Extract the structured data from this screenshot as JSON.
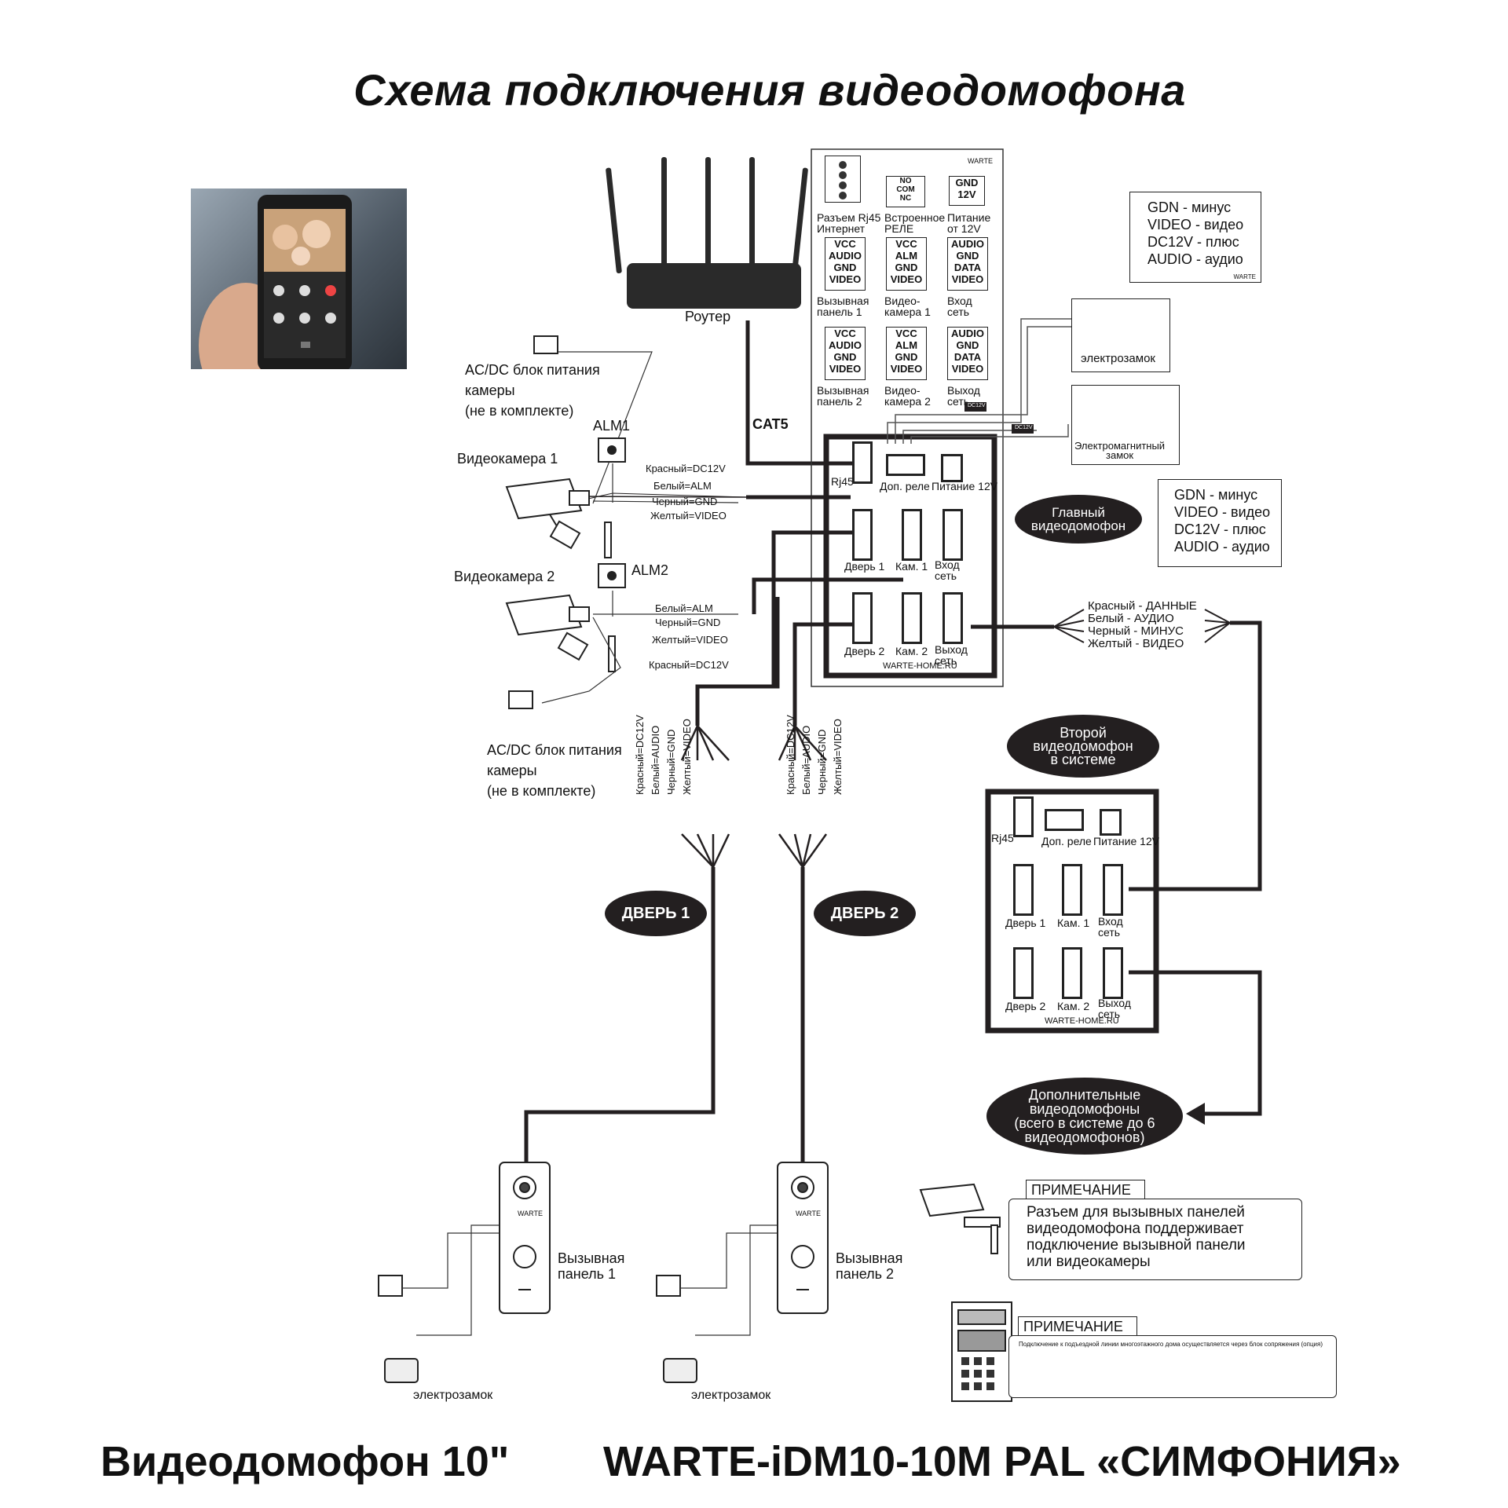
{
  "title": "Схема подключения видеодомофона",
  "footer": {
    "left": "Видеодомофон 10\"",
    "right": "WARTE-iDM10-10M PAL «СИМФОНИЯ»"
  },
  "router": {
    "label": "Роутер",
    "cable": "CAT5"
  },
  "back_panel": {
    "brand": "WARTE",
    "rj45": {
      "label": "Разъем Rj45\nИнтернет"
    },
    "relay": {
      "pins": "NO\nCOM\nNC",
      "label": "Встроенное\nРЕЛЕ"
    },
    "power": {
      "pins": "GND\n12V",
      "label": "Питание\nот 12V"
    },
    "row1": [
      {
        "pins": "VCC\nAUDIO\nGND\nVIDEO",
        "label": "Вызывная\nпанель 1"
      },
      {
        "pins": "VCC\nALM\nGND\nVIDEO",
        "label": "Видео-\nкамера 1"
      },
      {
        "pins": "AUDIO\nGND\nDATA\nVIDEO",
        "label": "Вход\nсеть"
      }
    ],
    "row2": [
      {
        "pins": "VCC\nAUDIO\nGND\nVIDEO",
        "label": "Вызывная\nпанель 2"
      },
      {
        "pins": "VCC\nALM\nGND\nVIDEO",
        "label": "Видео-\nкамера 2"
      },
      {
        "pins": "AUDIO\nGND\nDATA\nVIDEO",
        "label": "Выход\nсеть"
      }
    ]
  },
  "legend_top": {
    "lines": [
      "GDN - минус",
      "VIDEO - видео",
      "DC12V - плюс",
      "AUDIO - аудио"
    ],
    "brand": "WARTE"
  },
  "legend_mid": {
    "lines": [
      "GDN - минус",
      "VIDEO - видео",
      "DC12V - плюс",
      "AUDIO - аудио"
    ]
  },
  "lock_top": "электрозамок",
  "maglock": "Электромагнитный\nзамок",
  "dc12v_tag": "DC12V",
  "main_unit": {
    "ports": [
      "Rj45",
      "Доп. реле",
      "Питание 12V",
      "Дверь 1",
      "Кам. 1",
      "Вход\nсеть",
      "Дверь 2",
      "Кам. 2",
      "Выход\nсеть"
    ],
    "site": "WARTE-HOME.RU",
    "badge": "Главный\nвидеодомофон"
  },
  "second_unit": {
    "ports": [
      "Rj45",
      "Доп. реле",
      "Питание 12V",
      "Дверь 1",
      "Кам. 1",
      "Вход\nсеть",
      "Дверь 2",
      "Кам. 2",
      "Выход\nсеть"
    ],
    "site": "WARTE-HOME.RU",
    "badge": "Второй\nвидеодомофон\nв системе"
  },
  "extra_badge": "Дополнительные\nвидеодомофоны\n(всего в системе до 6\nвидеодомофонов)",
  "net_wires": [
    "Красный - ДАННЫЕ",
    "Белый - АУДИО",
    "Черный - МИНУС",
    "Желтый - ВИДЕО"
  ],
  "psu_text": "AC/DC блок питания\nкамеры\n(не в комплекте)",
  "camera1": {
    "label": "Видеокамера 1",
    "alarm": "ALM1",
    "wires": [
      "Красный=DC12V",
      "Белый=ALM",
      "Черный=GND",
      "Желтый=VIDEO"
    ]
  },
  "camera2": {
    "label": "Видеокамера 2",
    "alarm": "ALM2",
    "wires": [
      "Белый=ALM",
      "Черный=GND",
      "Желтый=VIDEO",
      "Красный=DC12V"
    ]
  },
  "door_wires": [
    "Красный=DC12V",
    "Белый=AUDIO",
    "Черный=GND",
    "Желтый=VIDEO"
  ],
  "door1": "ДВЕРЬ 1",
  "door2": "ДВЕРЬ 2",
  "panel1": {
    "label": "Вызывная\nпанель 1",
    "brand": "WARTE",
    "lock": "электрозамок"
  },
  "panel2": {
    "label": "Вызывная\nпанель 2",
    "brand": "WARTE",
    "lock": "электрозамок"
  },
  "note1": {
    "head": "ПРИМЕЧАНИЕ",
    "text": "Разъем для вызывных панелей\nвидеодомофона поддерживает\nподключение вызывной панели\nили видеокамеры"
  },
  "note2": {
    "head": "ПРИМЕЧАНИЕ",
    "text": "Подключение к подъездной линии многоэтажного дома осуществляется через блок сопряжения (опция)"
  }
}
